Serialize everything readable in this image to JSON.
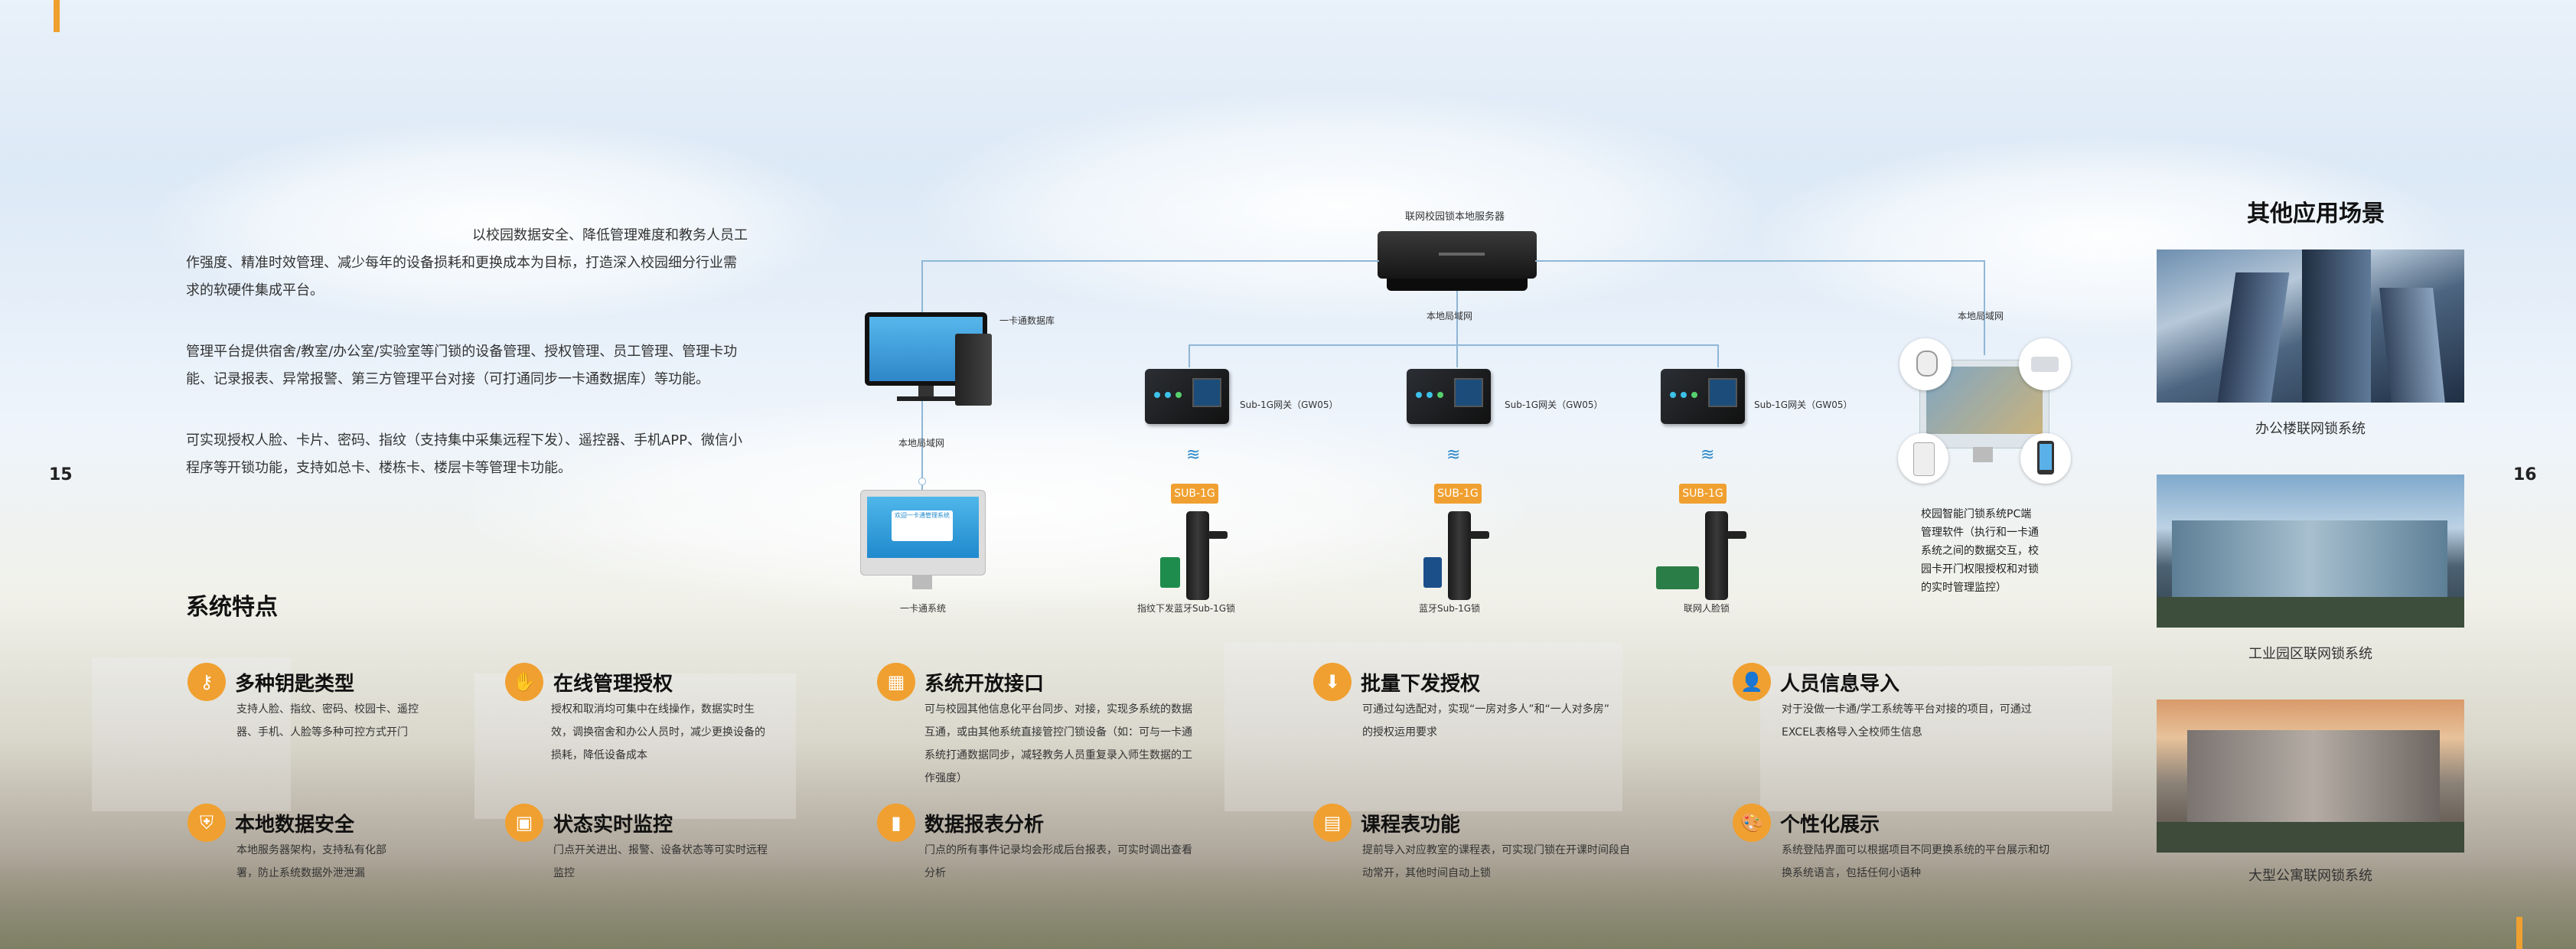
{
  "page_numbers": {
    "left": "15",
    "right": "16"
  },
  "intro": {
    "p1_line1": "以校园数据安全、降低管理难度和教务人员工",
    "p1_line2": "作强度、精准时效管理、减少每年的设备损耗和更换成本为目标，打造深入校园细分行业需",
    "p1_line3": "求的软硬件集成平台。",
    "p2_line1": "管理平台提供宿舍/教室/办公室/实验室等门锁的设备管理、授权管理、员工管理、管理卡功",
    "p2_line2": "能、记录报表、异常报警、第三方管理平台对接（可打通同步一卡通数据库）等功能。",
    "p3_line1": "可实现授权人脸、卡片、密码、指纹（支持集中采集远程下发）、遥控器、手机APP、微信小",
    "p3_line2": "程序等开锁功能，支持如总卡、楼栋卡、楼层卡等管理卡功能。"
  },
  "diagram": {
    "server_label": "联网校园锁本地服务器",
    "lan_center": "本地局域网",
    "lan_right": "本地局域网",
    "lan_left": "本地局域网",
    "card_db": "一卡通数据库",
    "card_system": "一卡通系统",
    "monitor_text": "欢迎一卡通管理系统",
    "gateways": [
      {
        "label": "Sub-1G网关（GW05）",
        "badge": "SUB-1G",
        "lock_label": "指纹下发蓝牙Sub-1G锁"
      },
      {
        "label": "Sub-1G网关（GW05）",
        "badge": "SUB-1G",
        "lock_label": "蓝牙Sub-1G锁"
      },
      {
        "label": "Sub-1G网关（GW05）",
        "badge": "SUB-1G",
        "lock_label": "联网人脸锁"
      }
    ],
    "pc_desc": [
      "校园智能门锁系统PC端",
      "管理软件（执行和一卡通",
      "系统之间的数据交互，校",
      "园卡开门权限授权和对锁",
      "的实时管理监控）"
    ]
  },
  "features_title": "系统特点",
  "features": [
    {
      "icon": "key-icon",
      "title": "多种钥匙类型",
      "lines": [
        "支持人脸、指纹、密码、校园卡、遥控",
        "器、手机、人脸等多种可控方式开门"
      ]
    },
    {
      "icon": "hand-icon",
      "title": "在线管理授权",
      "lines": [
        "授权和取消均可集中在线操作，数据实时生",
        "效，调换宿舍和办公人员时，减少更换设备的",
        "损耗，降低设备成本"
      ]
    },
    {
      "icon": "store-icon",
      "title": "系统开放接口",
      "lines": [
        "可与校园其他信息化平台同步、对接，实现多系统的数据",
        "互通，或由其他系统直接管控门锁设备（如：可与一卡通",
        "系统打通数据同步，减轻教务人员重复录入师生数据的工",
        "作强度）"
      ]
    },
    {
      "icon": "download-icon",
      "title": "批量下发授权",
      "lines": [
        "可通过勾选配对，实现“一房对多人”和“一人对多房”",
        "的授权运用要求"
      ]
    },
    {
      "icon": "person-icon",
      "title": "人员信息导入",
      "lines": [
        "对于没做一卡通/学工系统等平台对接的项目，可通过",
        "EXCEL表格导入全校师生信息"
      ]
    },
    {
      "icon": "shield-icon",
      "title": "本地数据安全",
      "lines": [
        "本地服务器架构，支持私有化部",
        "署，防止系统数据外泄泄漏"
      ]
    },
    {
      "icon": "image-icon",
      "title": "状态实时监控",
      "lines": [
        "门点开关进出、报警、设备状态等可实时远程",
        "监控"
      ]
    },
    {
      "icon": "bar-chart-icon",
      "title": "数据报表分析",
      "lines": [
        "门点的所有事件记录均会形成后台报表，可实时调出查看",
        "分析"
      ]
    },
    {
      "icon": "calendar-icon",
      "title": "课程表功能",
      "lines": [
        "提前导入对应教室的课程表，可实现门锁在开课时间段自",
        "动常开，其他时间自动上锁"
      ]
    },
    {
      "icon": "palette-icon",
      "title": "个性化展示",
      "lines": [
        "系统登陆界面可以根据项目不同更换系统的平台展示和切",
        "换系统语言，包括任何小语种"
      ]
    }
  ],
  "other_title": "其他应用场景",
  "scenarios": [
    {
      "caption": "办公楼联网锁系统"
    },
    {
      "caption": "工业园区联网锁系统"
    },
    {
      "caption": "大型公寓联网锁系统"
    }
  ]
}
